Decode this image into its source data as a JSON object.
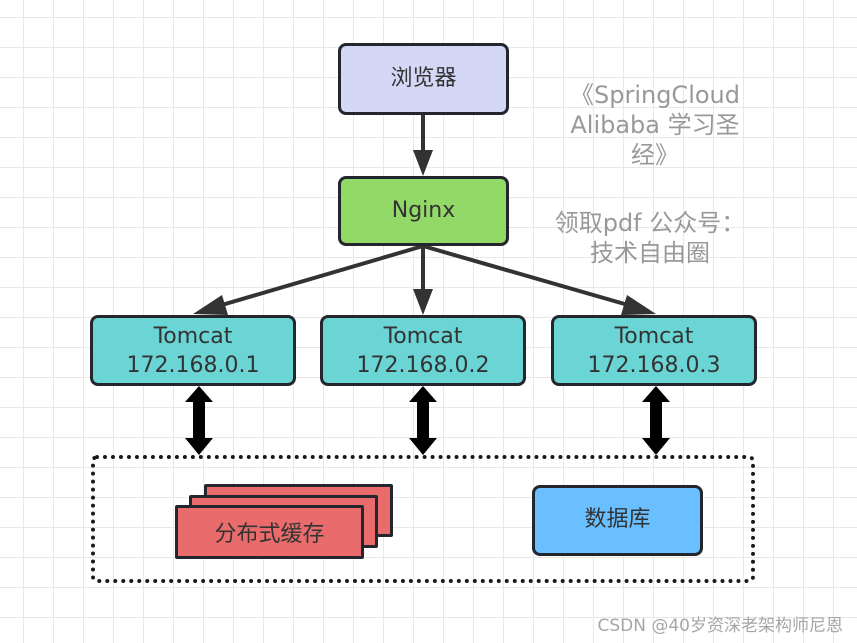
{
  "diagram": {
    "nodes": {
      "browser": {
        "label": "浏览器",
        "color": "#d5d7f7"
      },
      "nginx": {
        "label": "Nginx",
        "color": "#93d968"
      },
      "tomcats": [
        {
          "name": "Tomcat",
          "ip": "172.168.0.1",
          "color": "#6bd5d6"
        },
        {
          "name": "Tomcat",
          "ip": "172.168.0.2",
          "color": "#6bd5d6"
        },
        {
          "name": "Tomcat",
          "ip": "172.168.0.3",
          "color": "#6bd5d6"
        }
      ],
      "cache": {
        "label": "分布式缓存",
        "color": "#ea6b6b"
      },
      "database": {
        "label": "数据库",
        "color": "#69bfff"
      }
    },
    "edges": [
      {
        "from": "browser",
        "to": "nginx",
        "type": "arrow"
      },
      {
        "from": "nginx",
        "to": "tomcat1",
        "type": "arrow"
      },
      {
        "from": "nginx",
        "to": "tomcat2",
        "type": "arrow"
      },
      {
        "from": "nginx",
        "to": "tomcat3",
        "type": "arrow"
      },
      {
        "from": "tomcat1",
        "to": "storage-cluster",
        "type": "bidirectional"
      },
      {
        "from": "tomcat2",
        "to": "storage-cluster",
        "type": "bidirectional"
      },
      {
        "from": "tomcat3",
        "to": "storage-cluster",
        "type": "bidirectional"
      }
    ],
    "notes": {
      "title_lines": [
        "《SpringCloud",
        "Alibaba 学习圣",
        "经》"
      ],
      "sub_lines": [
        "领取pdf 公众号：",
        "技术自由圈"
      ]
    }
  },
  "watermark": "CSDN @40岁资深老架构师尼恩"
}
